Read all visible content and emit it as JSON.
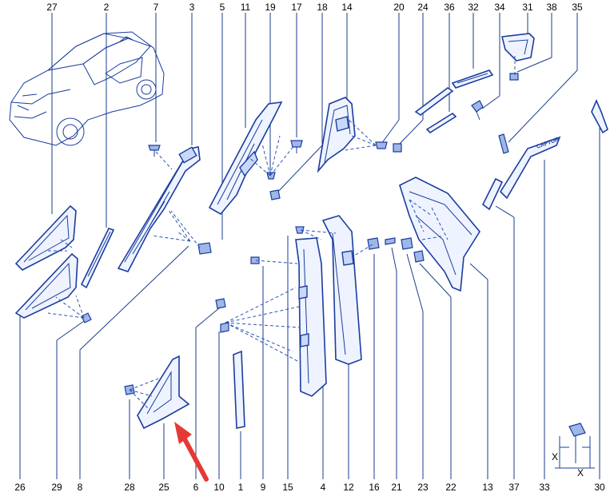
{
  "part_numbers": {
    "top": [
      "27",
      "2",
      "7",
      "3",
      "5",
      "11",
      "19",
      "17",
      "18",
      "14",
      "20",
      "24",
      "36",
      "32",
      "34",
      "31",
      "38",
      "35"
    ],
    "bottom": [
      "26",
      "29",
      "8",
      "28",
      "25",
      "6",
      "10",
      "1",
      "9",
      "15",
      "4",
      "12",
      "16",
      "21",
      "23",
      "22",
      "13",
      "37",
      "33",
      "30"
    ]
  },
  "emblem_text": "CAPTUR",
  "dimension_labels": {
    "x_left": "X",
    "x_right": "X"
  },
  "colors": {
    "line": "#1a3d9f",
    "fill": "#eef3ff",
    "arrow": "#e53935"
  },
  "icons": [
    "vehicle-outline-icon",
    "red-arrow-icon",
    "fastener-dimension-icon"
  ]
}
